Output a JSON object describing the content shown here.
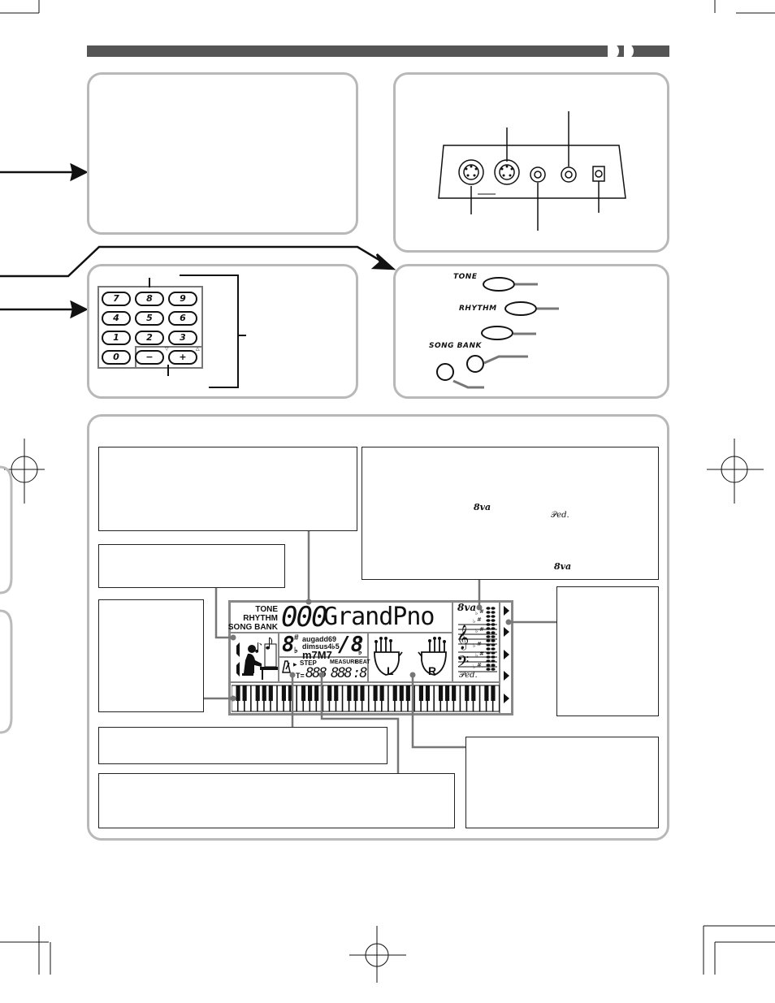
{
  "colors": {
    "header_bar": "#555555",
    "panel_border": "#b8b8b8",
    "lcd_frame": "#888888",
    "ink": "#111111"
  },
  "numpad": {
    "keys": [
      "7",
      "8",
      "9",
      "4",
      "5",
      "6",
      "1",
      "2",
      "3",
      "0",
      "−",
      "+"
    ]
  },
  "tone_panel": {
    "tone_label": "TONE",
    "rhythm_label": "RHYTHM",
    "song_bank_label": "SONG BANK"
  },
  "lcd": {
    "mode_labels": {
      "tone": "TONE",
      "rhythm": "RHYTHM",
      "song_bank": "SONG BANK"
    },
    "number": "000",
    "name": "GrandPno",
    "chord_root": "8",
    "chord_types_top": "augadd69",
    "chord_types_mid": "dimsus4♭5",
    "chord_types_bot": "m7M7",
    "chord_bass": "/8",
    "sharp": "#",
    "flat": "♭",
    "step_label": "STEP",
    "measure_label": "MEASURE",
    "beat_label": "BEAT",
    "tempo_prefix": "T=",
    "tempo_value": "888",
    "measure_value": "888",
    "beat_value": ":8",
    "hand_left": "L",
    "hand_right": "R",
    "octave_mark": "8va",
    "pedal_mark": "𝒫𝑒𝑑."
  },
  "notes_box": {
    "octave_mark_1": "8va",
    "pedal_mark": "𝒫𝑒𝑑.",
    "octave_mark_2": "8va"
  }
}
